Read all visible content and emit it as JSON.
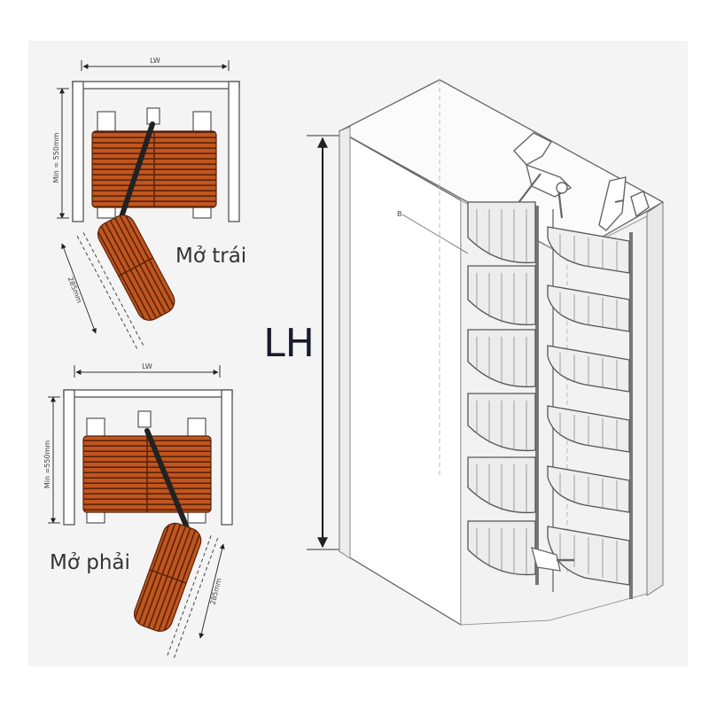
{
  "panel_background": "#f4f4f4",
  "basket_color": "#c0561f",
  "top_plan": {
    "width_label": "LW",
    "depth_label": "Min = 550mm",
    "door_label": "285mm",
    "caption": "Mở trái"
  },
  "bottom_plan": {
    "width_label": "LW",
    "depth_label": "Min =550mm",
    "door_label": "285mm",
    "caption": "Mở phải"
  },
  "cabinet": {
    "height_label": "LH",
    "marker_label": "B"
  }
}
